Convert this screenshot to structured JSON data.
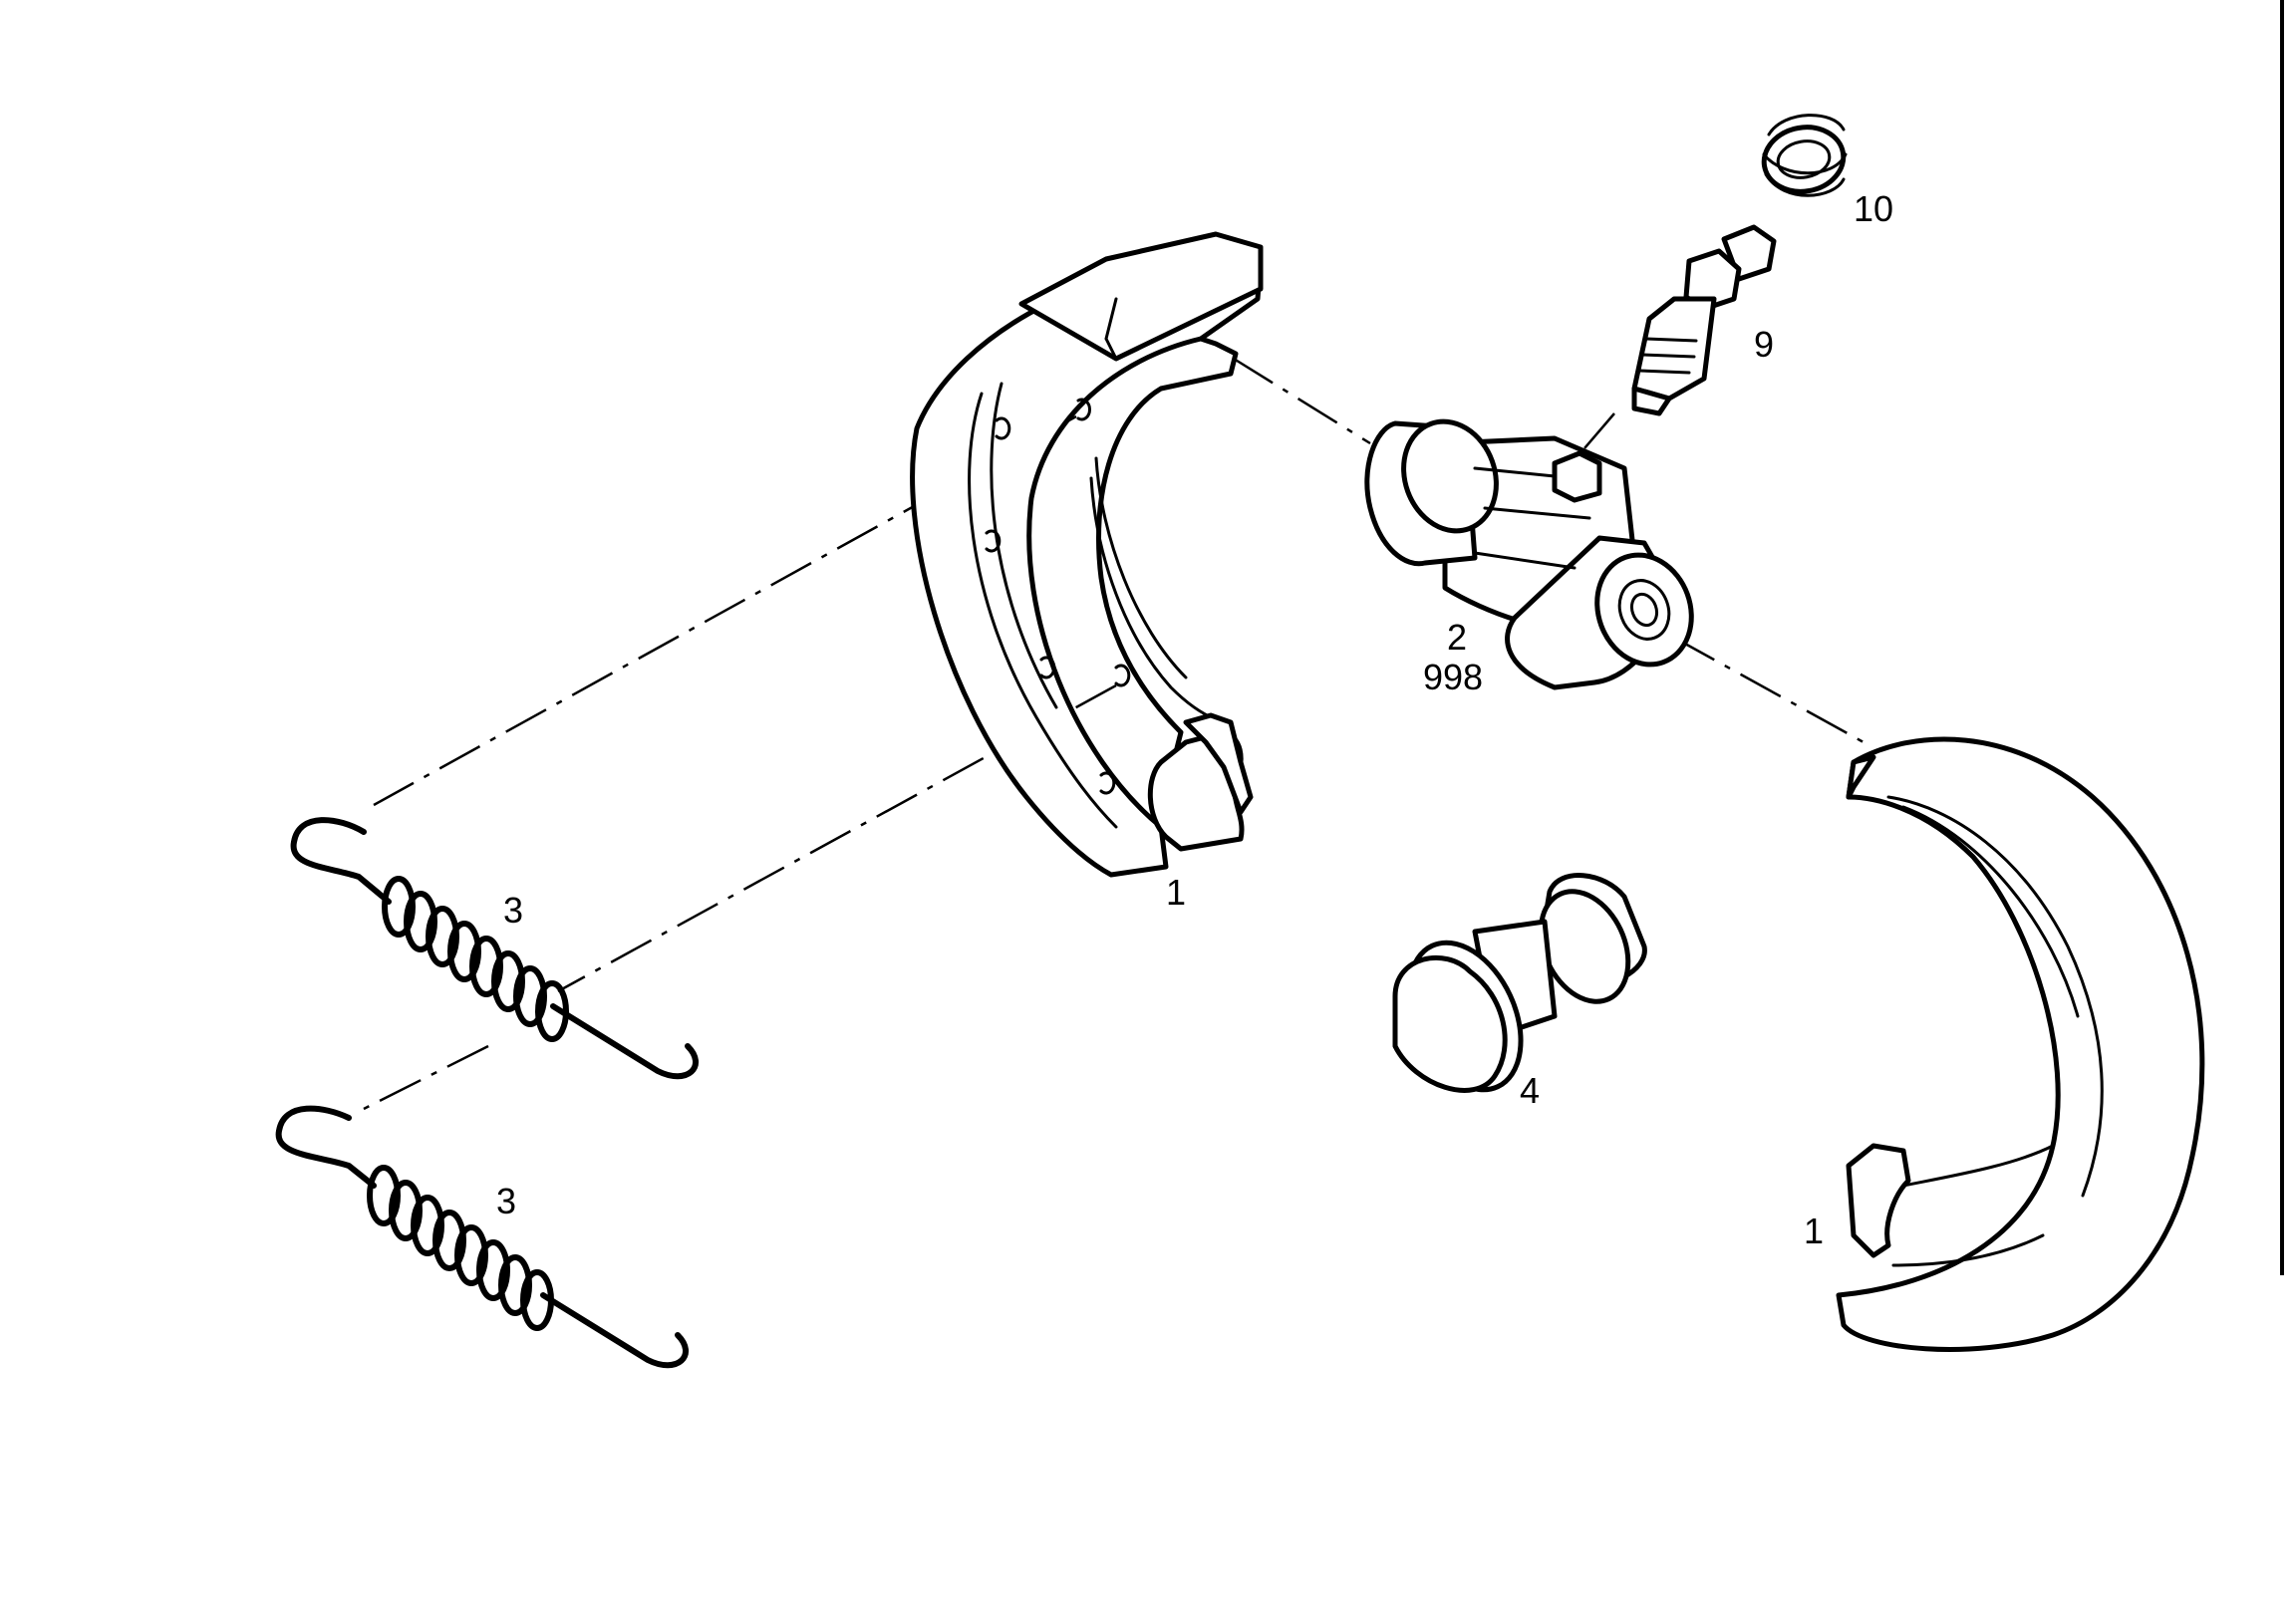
{
  "labels": {
    "shoe_left": "1",
    "shoe_right": "1",
    "wheel_cylinder": "2",
    "wheel_cylinder_sub": "998",
    "spring_upper": "3",
    "spring_lower": "3",
    "adjuster": "4",
    "bleed_screw": "9",
    "dust_cap": "10"
  }
}
